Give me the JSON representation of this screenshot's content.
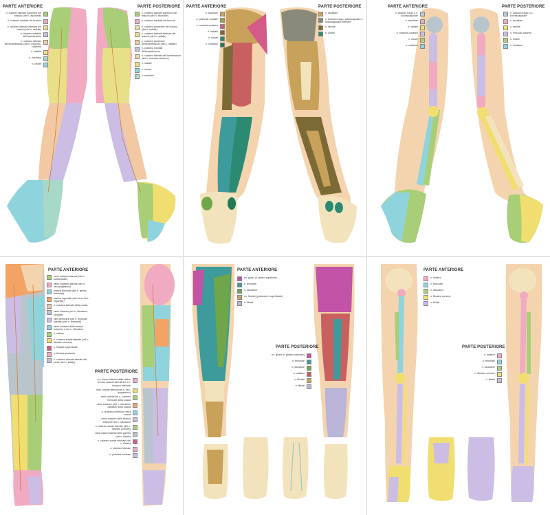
{
  "headers": {
    "anteriore": "PARTE ANTERIORE",
    "posteriore": "PARTE POSTERIORE"
  },
  "colors": {
    "skin": "#f4d4ae",
    "skin_dark": "#e9b98c",
    "bone": "#f3e3bd",
    "green": "#a8cf78",
    "pink": "#f0aac1",
    "yellow": "#f1de70",
    "lavender": "#cbbde4",
    "cyan": "#8fd3dd",
    "teal": "#3d9b9b",
    "muscle_red": "#c96060",
    "muscle_tan": "#c8a15a",
    "muscle_dark": "#7b6a35",
    "magenta": "#c253a6",
    "orange": "#f3a465"
  },
  "panels": {
    "arm_skin": {
      "ant": [
        {
          "label": "n. cutaneo laterale superiore del braccio (del n. ascellare)",
          "color": "#a8cf78"
        },
        {
          "label": "n. cutaneo mediale del braccio",
          "color": "#f0aac1"
        },
        {
          "label": "n. cutaneo laterale inferiore del braccio (del n. radiale)",
          "color": "#e8e088"
        },
        {
          "label": "n. cutaneo mediale dell'avambraccio",
          "color": "#cbbde4"
        },
        {
          "label": "n. cutaneo laterale dell'avambraccio (del n. muscolo-cutaneo)",
          "color": "#f2c9a3"
        },
        {
          "label": "n. radiale",
          "color": "#f1de70"
        },
        {
          "label": "n. mediano",
          "color": "#a8d8c8"
        },
        {
          "label": "n. ulnare",
          "color": "#8fd3dd"
        }
      ],
      "post": [
        {
          "label": "n. cutaneo laterale superiore del braccio (del n. ascellare)",
          "color": "#a8cf78"
        },
        {
          "label": "n. cutaneo mediale del braccio",
          "color": "#f0aac1"
        },
        {
          "label": "n. cutaneo posteriore del braccio (del n. radiale)",
          "color": "#e8d8a8"
        },
        {
          "label": "n. cutaneo laterale inferiore del braccio (del n. radiale)",
          "color": "#e8e088"
        },
        {
          "label": "n. cutaneo posteriore dell'avambraccio (del n. radiale)",
          "color": "#f2c9a3"
        },
        {
          "label": "n. cutaneo mediale dell'avambraccio",
          "color": "#cbbde4"
        },
        {
          "label": "n. cutaneo laterale dell'avambraccio (del n. muscolo-cutaneo)",
          "color": "#f2d0b0"
        },
        {
          "label": "n. radiale",
          "color": "#f1de70"
        },
        {
          "label": "n. ulnare",
          "color": "#8fd3dd"
        },
        {
          "label": "n. mediano",
          "color": "#a8d8c8"
        }
      ]
    },
    "arm_muscle": {
      "ant": [
        {
          "label": "n. ascellare",
          "color": "#c8a15a"
        },
        {
          "label": "n. pettorale mediale",
          "color": "#8fa84b"
        },
        {
          "label": "n. muscolo-cutaneo",
          "color": "#d45a87"
        },
        {
          "label": "n. radiale",
          "color": "#7b6a35"
        },
        {
          "label": "n. ulnare",
          "color": "#2c8a73"
        },
        {
          "label": "n. mediano",
          "color": "#1f7a5a"
        }
      ],
      "post": [
        {
          "label": "n. ascellare",
          "color": "#c8a15a"
        },
        {
          "label": "n. toracico lungo, sottoscapolare e sottoscapolare inferiore",
          "color": "#8a8a7a"
        },
        {
          "label": "n. radiale",
          "color": "#7b6a35"
        },
        {
          "label": "n. ulnare",
          "color": "#2c8a73"
        }
      ]
    },
    "arm_bone": {
      "ant": [
        {
          "label": "n. toracico lungo n.n. sovrascapolare",
          "color": "#b9c5cc"
        },
        {
          "label": "n. ascellare",
          "color": "#f0aac1"
        },
        {
          "label": "n. radiale",
          "color": "#f1de70"
        },
        {
          "label": "n. muscolo-cutaneo",
          "color": "#cbbde4"
        },
        {
          "label": "n. ulnare",
          "color": "#a8cf78"
        },
        {
          "label": "n. mediano",
          "color": "#8fd3dd"
        }
      ],
      "post": [
        {
          "label": "n. toracico lungo n.n. sovrascapolare",
          "color": "#b9c5cc"
        },
        {
          "label": "n. ascellare",
          "color": "#f0aac1"
        },
        {
          "label": "n. radiale",
          "color": "#f1de70"
        },
        {
          "label": "n. muscolo-cutaneo",
          "color": "#cbbde4"
        },
        {
          "label": "n. ulnare",
          "color": "#a8cf78"
        },
        {
          "label": "n. mediano",
          "color": "#8fd3dd"
        }
      ]
    },
    "leg_skin": {
      "ant": [
        {
          "label": "ramo cutaneo laterale (del n. sottocostale)",
          "color": "#a8cf78"
        },
        {
          "label": "ramo cutaneo laterale (del n. ileo-ipogastrico)",
          "color": "#f0aac1"
        },
        {
          "label": "branca femorale (del n. genito-femorale)",
          "color": "#8fd3dd"
        },
        {
          "label": "branca inguinale (del nervo ileo-inguinale)",
          "color": "#f3a465"
        },
        {
          "label": "n. cutaneo laterale della coscia",
          "color": "#e9c7a6"
        },
        {
          "label": "ramo cutaneo (del n. otturatore mediale)",
          "color": "#b9c5cc"
        },
        {
          "label": "rami perforanti (del n. femorale laterale) (del n. femorale)",
          "color": "#cbbde4"
        },
        {
          "label": "ramo cutaneo della branca anteriore e del n. otturatore",
          "color": "#8fd3dd"
        },
        {
          "label": "n. safeno",
          "color": "#a8cf78"
        },
        {
          "label": "n. cutaneo surale laterale (del n. fibulare comune)",
          "color": "#f1de70"
        },
        {
          "label": "n. fibulare superficiale",
          "color": "#d45a87"
        },
        {
          "label": "n. fibulare profondo",
          "color": "#f0aac1"
        },
        {
          "label": "n. cutaneo dorsale laterale del piede (del n. tibiale)",
          "color": "#cbbde4"
        }
      ],
      "post": [
        {
          "label": "n.n. clunei inferiori dalla radice di rami cutanei laterali dei n.n. toracico inferiore",
          "color": "#f0aac1"
        },
        {
          "label": "rami cutanei laterali (del n. ileo-ipogastrico)",
          "color": "#f1de70"
        },
        {
          "label": "rami cutanei del n. cutaneo femorale della coscia",
          "color": "#a8cf78"
        },
        {
          "label": "ramo cutaneo (del n. otturatore mediale) della coscia",
          "color": "#f3a465"
        },
        {
          "label": "n. cutaneo posteriore della coscia",
          "color": "#8fd3dd"
        },
        {
          "label": "ramo cutaneo della branca anteriore del n. otturatore",
          "color": "#cbbde4"
        },
        {
          "label": "n. cutaneo surale laterale (del n. fibulare comune)",
          "color": "#a8cf78"
        },
        {
          "label": "rami cutanei laterali della gamba (del n. tibiale)",
          "color": "#b9c5cc"
        },
        {
          "label": "n. cutaneo surale mediale (del n. tibiale)",
          "color": "#d45a87"
        },
        {
          "label": "n. plantare laterale",
          "color": "#f0aac1"
        },
        {
          "label": "n. plantare mediale",
          "color": "#cbbde4"
        }
      ]
    },
    "leg_muscle": {
      "ant": [
        {
          "label": "nn. glutei (n. gluteo superiore)",
          "color": "#c253a6"
        },
        {
          "label": "n. femorale",
          "color": "#3d9b9b"
        },
        {
          "label": "n. otturatore",
          "color": "#6fa64a"
        },
        {
          "label": "nn. fibulari (profondo e superficiale)",
          "color": "#c8a15a"
        },
        {
          "label": "n. tibiale",
          "color": "#b9b4d8"
        }
      ],
      "post": [
        {
          "label": "nn. glutei (n. gluteo superiore)",
          "color": "#c253a6"
        },
        {
          "label": "n. femorale",
          "color": "#3d9b9b"
        },
        {
          "label": "n. otturatore",
          "color": "#6fa64a"
        },
        {
          "label": "n. sciatico",
          "color": "#c96060"
        },
        {
          "label": "n. fibulari",
          "color": "#c8a15a"
        },
        {
          "label": "n. tibiale",
          "color": "#b9b4d8"
        }
      ]
    },
    "leg_bone": {
      "ant": [
        {
          "label": "n. sciatico",
          "color": "#f0aac1"
        },
        {
          "label": "n. femorale",
          "color": "#8fd3dd"
        },
        {
          "label": "n. otturatore",
          "color": "#a8cf78"
        },
        {
          "label": "n. fibulare comune",
          "color": "#f1de70"
        },
        {
          "label": "n. tibiale",
          "color": "#cbbde4"
        }
      ],
      "post": [
        {
          "label": "n. sciatico",
          "color": "#f0aac1"
        },
        {
          "label": "n. femorale",
          "color": "#8fd3dd"
        },
        {
          "label": "n. otturatore",
          "color": "#a8cf78"
        },
        {
          "label": "n. fibulare comune",
          "color": "#f1de70"
        },
        {
          "label": "n. tibiale",
          "color": "#cbbde4"
        }
      ]
    }
  }
}
